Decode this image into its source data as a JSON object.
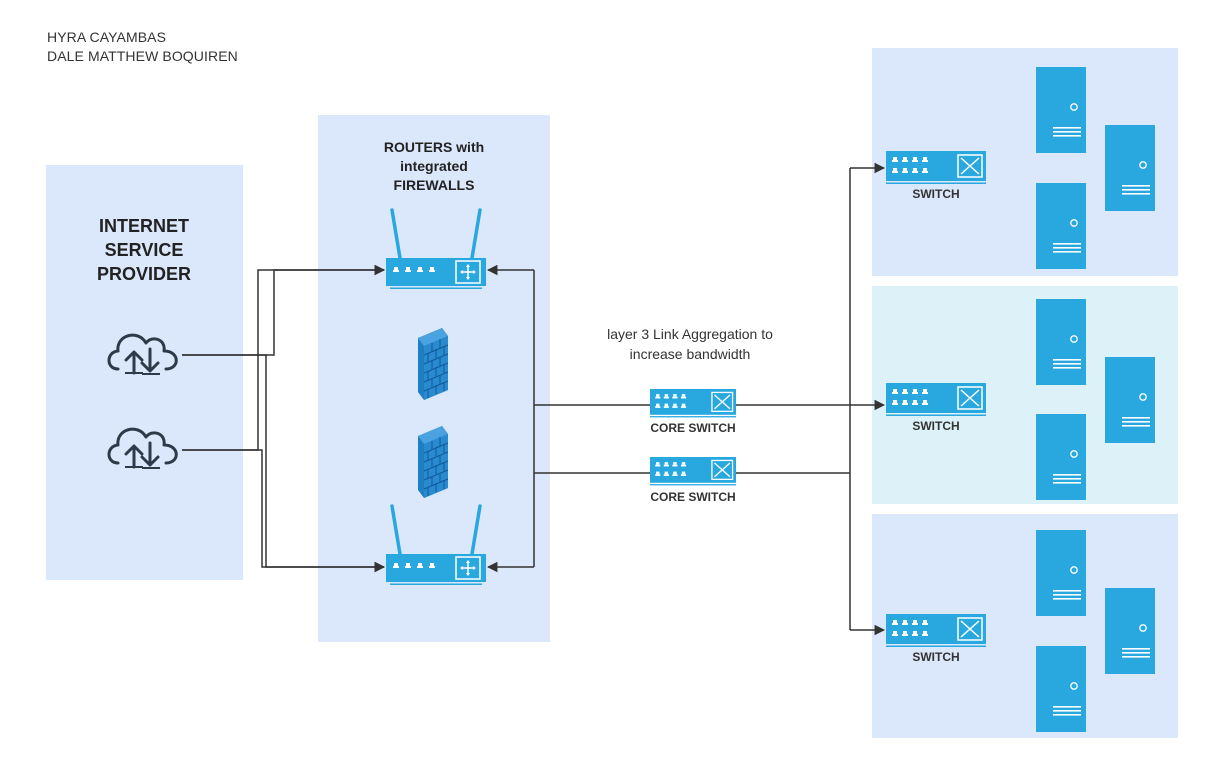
{
  "authors": [
    "HYRA CAYAMBAS",
    "DALE MATTHEW BOQUIREN"
  ],
  "isp": {
    "title_lines": [
      "INTERNET",
      "SERVICE",
      "PROVIDER"
    ]
  },
  "routers_group": {
    "title_lines": [
      "ROUTERS with",
      "integrated",
      "FIREWALLS"
    ]
  },
  "link_note_lines": [
    "layer 3 Link Aggregation to",
    "increase bandwidth"
  ],
  "core_switches": [
    {
      "label": "CORE SWITCH"
    },
    {
      "label": "CORE SWITCH"
    }
  ],
  "access_switches": [
    {
      "label": "SWITCH",
      "server_count": 3
    },
    {
      "label": "SWITCH",
      "server_count": 3
    },
    {
      "label": "SWITCH",
      "server_count": 3
    }
  ],
  "icons": {
    "isp_connections": [
      "cloud-upload-download-icon",
      "cloud-upload-download-icon"
    ],
    "routers": [
      "wireless-router-icon",
      "wireless-router-icon"
    ],
    "firewalls": [
      "firewall-icon",
      "firewall-icon"
    ],
    "switch": "network-switch-icon",
    "server": "server-tower-icon"
  },
  "colors": {
    "zone_blue": "#dbe8fb",
    "zone_teal": "#ddf2f8",
    "device_blue": "#29a8e0",
    "firewall_blue": "#1f7fc4",
    "line": "#333333"
  }
}
